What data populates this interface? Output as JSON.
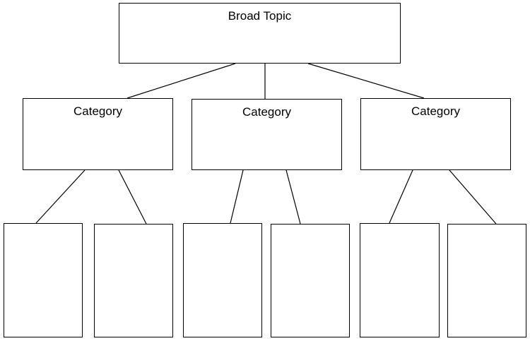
{
  "diagram": {
    "topic": {
      "label": "Broad Topic"
    },
    "categories": [
      {
        "label": "Category"
      },
      {
        "label": "Category"
      },
      {
        "label": "Category"
      }
    ]
  }
}
